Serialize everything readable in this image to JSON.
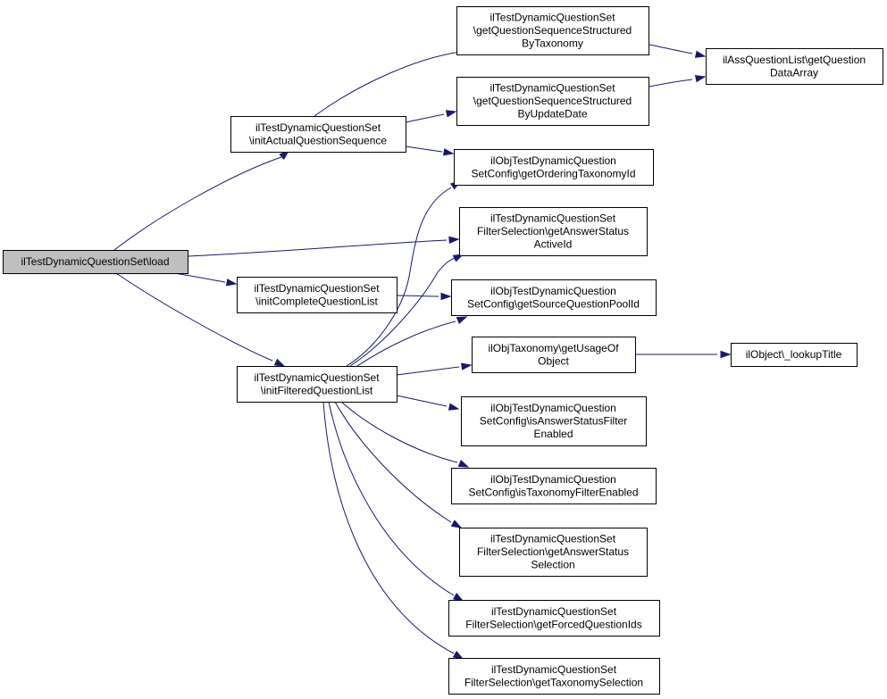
{
  "colors": {
    "root_fill": "#bfbfbf",
    "node_fill": "#ffffff",
    "border": "#000000",
    "edge": "#191970"
  },
  "nodes": [
    {
      "id": "root",
      "lines": [
        "ilTestDynamicQuestionSet\\load"
      ],
      "root": true
    },
    {
      "id": "initActual",
      "lines": [
        "ilTestDynamicQuestionSet",
        "\\initActualQuestionSequence"
      ]
    },
    {
      "id": "initComplete",
      "lines": [
        "ilTestDynamicQuestionSet",
        "\\initCompleteQuestionList"
      ]
    },
    {
      "id": "initFiltered",
      "lines": [
        "ilTestDynamicQuestionSet",
        "\\initFilteredQuestionList"
      ]
    },
    {
      "id": "seqTax",
      "lines": [
        "ilTestDynamicQuestionSet",
        "\\getQuestionSequenceStructured",
        "ByTaxonomy"
      ]
    },
    {
      "id": "seqUpd",
      "lines": [
        "ilTestDynamicQuestionSet",
        "\\getQuestionSequenceStructured",
        "ByUpdateDate"
      ]
    },
    {
      "id": "assList",
      "lines": [
        "ilAssQuestionList\\getQuestion",
        "DataArray"
      ]
    },
    {
      "id": "orderTax",
      "lines": [
        "ilObjTestDynamicQuestion",
        "SetConfig\\getOrderingTaxonomyId"
      ]
    },
    {
      "id": "ansActive",
      "lines": [
        "ilTestDynamicQuestionSet",
        "FilterSelection\\getAnswerStatus",
        "ActiveId"
      ]
    },
    {
      "id": "srcPool",
      "lines": [
        "ilObjTestDynamicQuestion",
        "SetConfig\\getSourceQuestionPoolId"
      ]
    },
    {
      "id": "usage",
      "lines": [
        "ilObjTaxonomy\\getUsageOf",
        "Object"
      ]
    },
    {
      "id": "lookup",
      "lines": [
        "ilObject\\_lookupTitle"
      ]
    },
    {
      "id": "ansFilt",
      "lines": [
        "ilObjTestDynamicQuestion",
        "SetConfig\\isAnswerStatusFilter",
        "Enabled"
      ]
    },
    {
      "id": "taxFilt",
      "lines": [
        "ilObjTestDynamicQuestion",
        "SetConfig\\isTaxonomyFilterEnabled"
      ]
    },
    {
      "id": "ansSel",
      "lines": [
        "ilTestDynamicQuestionSet",
        "FilterSelection\\getAnswerStatus",
        "Selection"
      ]
    },
    {
      "id": "forced",
      "lines": [
        "ilTestDynamicQuestionSet",
        "FilterSelection\\getForcedQuestionIds"
      ]
    },
    {
      "id": "taxSel",
      "lines": [
        "ilTestDynamicQuestionSet",
        "FilterSelection\\getTaxonomySelection"
      ]
    }
  ],
  "edges": [
    {
      "from": "root",
      "to": "initActual"
    },
    {
      "from": "root",
      "to": "ansActive"
    },
    {
      "from": "root",
      "to": "initComplete"
    },
    {
      "from": "root",
      "to": "initFiltered"
    },
    {
      "from": "initActual",
      "to": "seqTax"
    },
    {
      "from": "initActual",
      "to": "seqUpd"
    },
    {
      "from": "initActual",
      "to": "orderTax"
    },
    {
      "from": "seqTax",
      "to": "assList"
    },
    {
      "from": "seqUpd",
      "to": "assList"
    },
    {
      "from": "initComplete",
      "to": "srcPool"
    },
    {
      "from": "initFiltered",
      "to": "orderTax"
    },
    {
      "from": "initFiltered",
      "to": "ansActive"
    },
    {
      "from": "initFiltered",
      "to": "srcPool"
    },
    {
      "from": "initFiltered",
      "to": "usage"
    },
    {
      "from": "initFiltered",
      "to": "ansFilt"
    },
    {
      "from": "initFiltered",
      "to": "taxFilt"
    },
    {
      "from": "initFiltered",
      "to": "ansSel"
    },
    {
      "from": "initFiltered",
      "to": "forced"
    },
    {
      "from": "initFiltered",
      "to": "taxSel"
    },
    {
      "from": "usage",
      "to": "lookup"
    }
  ]
}
